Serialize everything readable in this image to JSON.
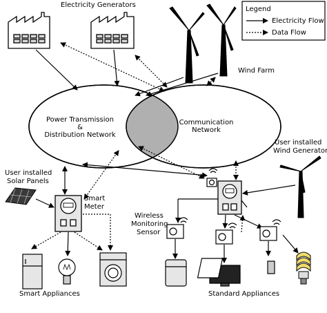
{
  "labels": {
    "electricity_generators": "Electricity Generators",
    "wind_farm": "Wind Farm",
    "power_network_line1": "Power Transmission",
    "power_network_line2": "&",
    "power_network_line3": "Distribution Network",
    "comm_network_line1": "Communication",
    "comm_network_line2": "Network",
    "solar_line1": "User installed",
    "solar_line2": "Solar Panels",
    "smart_meter_line1": "Smart",
    "smart_meter_line2": "Meter",
    "user_wind_line1": "User installed",
    "user_wind_line2": "Wind Generator",
    "wireless_line1": "Wireless",
    "wireless_line2": "Monitoring",
    "wireless_line3": "Sensor",
    "smart_appliances": "Smart Appliances",
    "standard_appliances": "Standard Appliances"
  },
  "legend": {
    "title": "Legend",
    "electricity_flow": "Electricity Flow",
    "data_flow": "Data Flow"
  },
  "colors": {
    "line": "#000000",
    "overlap_fill": "#b0b0b0",
    "device_fill": "#e6e6e6",
    "solar_fill": "#3a3a3a",
    "lamp_fill": "#f2dc6a"
  }
}
